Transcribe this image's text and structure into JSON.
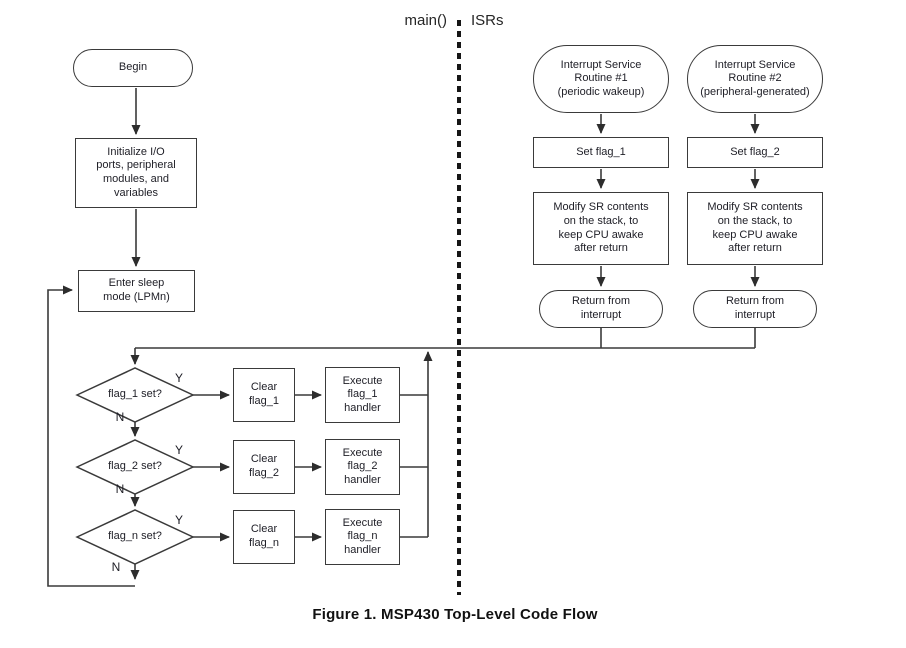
{
  "lanes": {
    "main_label": "main()",
    "isr_label": "ISRs"
  },
  "caption": "Figure 1. MSP430 Top-Level Code Flow",
  "main_flow": {
    "begin": "Begin",
    "initialize": "Initialize I/O\nports, peripheral\nmodules, and\nvariables",
    "sleep": "Enter sleep\nmode (LPMn)",
    "decisions": [
      {
        "question": "flag_1 set?",
        "yes": "Y",
        "no": "N",
        "clear": "Clear\nflag_1",
        "execute": "Execute\nflag_1\nhandler"
      },
      {
        "question": "flag_2 set?",
        "yes": "Y",
        "no": "N",
        "clear": "Clear\nflag_2",
        "execute": "Execute\nflag_2\nhandler"
      },
      {
        "question": "flag_n set?",
        "yes": "Y",
        "no": "N",
        "clear": "Clear\nflag_n",
        "execute": "Execute\nflag_n\nhandler"
      }
    ]
  },
  "isr_flows": [
    {
      "title": "Interrupt Service\nRoutine #1\n(periodic wakeup)",
      "set_flag": "Set flag_1",
      "modify": "Modify SR contents\non the stack, to\nkeep CPU awake\nafter return",
      "return": "Return from\ninterrupt"
    },
    {
      "title": "Interrupt Service\nRoutine #2\n(peripheral-generated)",
      "set_flag": "Set flag_2",
      "modify": "Modify SR contents\non the stack, to\nkeep CPU awake\nafter return",
      "return": "Return from\ninterrupt"
    }
  ],
  "colors": {
    "stroke": "#3a3a3a",
    "text": "#1e1e26",
    "divider": "#161616",
    "background": "#ffffff"
  }
}
